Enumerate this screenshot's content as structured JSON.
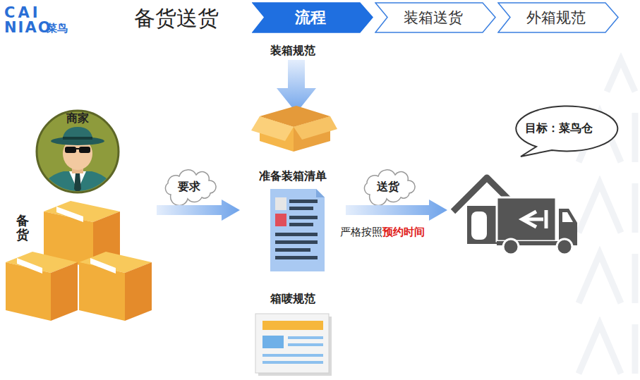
{
  "diagram": {
    "title": "备货送货",
    "nodes": [
      {
        "text": [
          "流程"
        ]
      },
      {
        "text": [
          "装箱送货"
        ]
      },
      {
        "text": [
          "外箱规范"
        ]
      },
      {
        "text": [
          "商家",
          "备货"
        ]
      },
      {
        "text": [
          "装箱规范"
        ]
      },
      {
        "text": [
          "准备装箱清单"
        ]
      },
      {
        "text": [
          "箱唛规范"
        ]
      },
      {
        "text": [
          "目标：菜鸟仓"
        ]
      }
    ],
    "edges": [
      {
        "from": 3,
        "to": 5,
        "label": "要求",
        "arrow": "to"
      },
      {
        "from": 5,
        "to": 7,
        "label": "送货",
        "arrow": "to"
      }
    ],
    "labels": [
      "CAI",
      "NIAO",
      "菜鸟",
      "严格按照",
      "预约时间"
    ]
  }
}
